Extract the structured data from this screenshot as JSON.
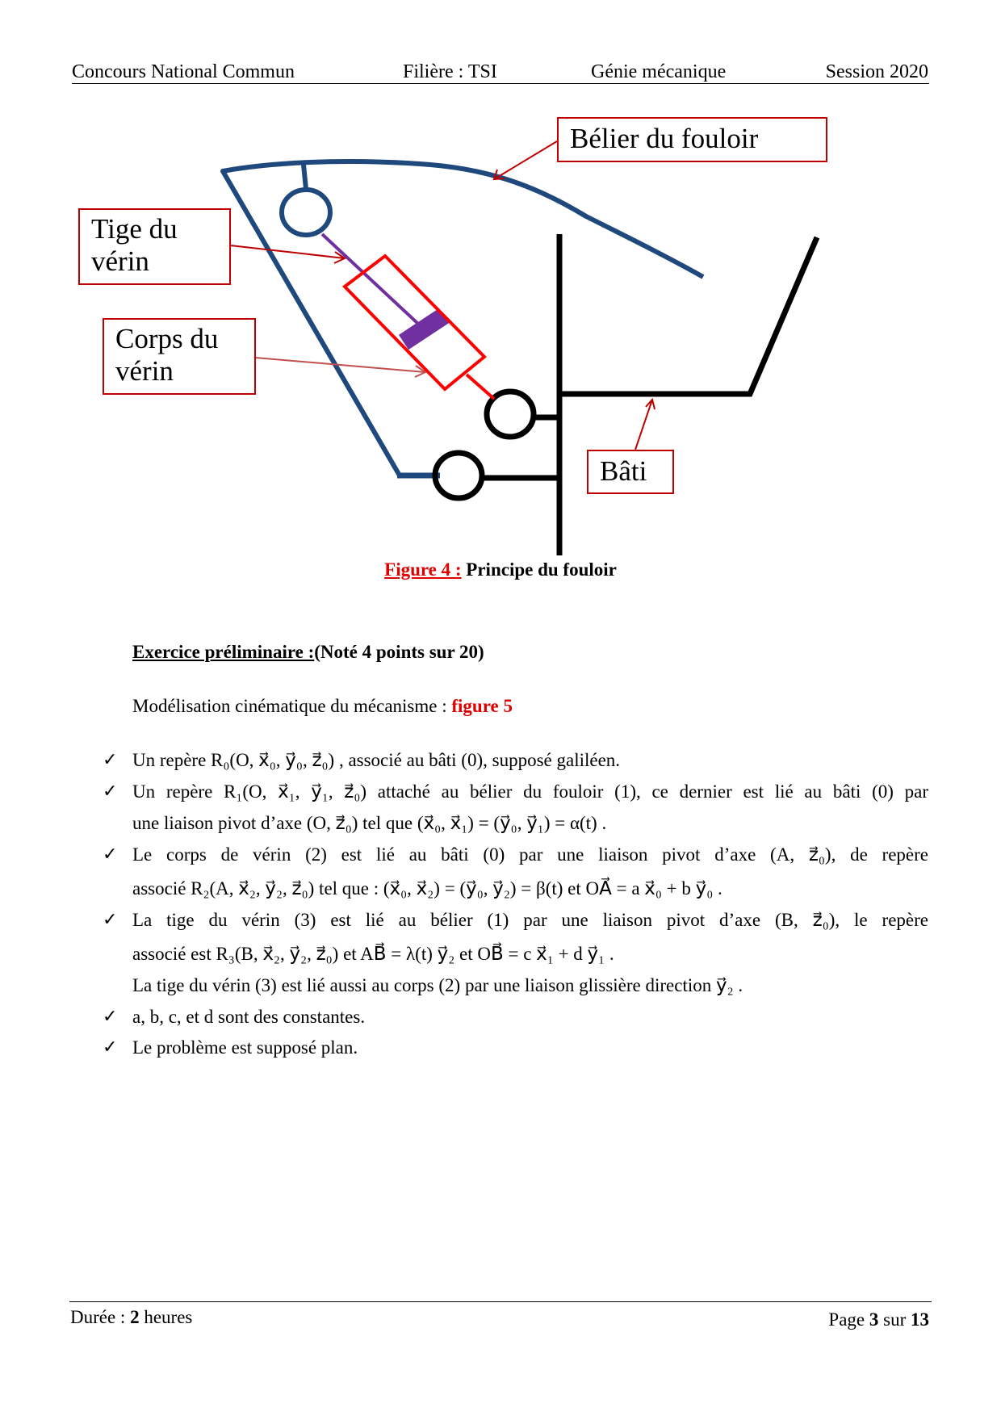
{
  "header": {
    "left": "Concours National Commun",
    "filiere": "Filière : TSI",
    "subject": "Génie mécanique",
    "session": "Session 2020"
  },
  "figure": {
    "labels": {
      "belier": "Bélier du fouloir",
      "tige": [
        "Tige du",
        "vérin"
      ],
      "corps": [
        "Corps du",
        "vérin"
      ],
      "bati": "Bâti"
    },
    "caption_prefix": "Figure 4 :",
    "caption_text": " Principe du fouloir",
    "colors": {
      "ram": "#1f497d",
      "frame": "#000000",
      "cylinder": "#ff0000",
      "rod": "#7030a0",
      "label_border": "#c00000"
    }
  },
  "exercise": {
    "heading": "Exercice préliminaire :",
    "heading_note": "(Noté 4 points sur 20)",
    "intro": "Modélisation cinématique du mécanisme : ",
    "intro_ref": "figure 5",
    "bullet_symbol": "✓",
    "lines": [
      "Un repère R₀(O, x⃗₀, y⃗₀, z⃗₀) , associé au bâti (0), supposé galiléen.",
      "Un repère R₁(O, x⃗₁, y⃗₁, z⃗₀) attaché au bélier du fouloir (1), ce dernier est lié au bâti (0) par",
      "une liaison pivot d’axe (O, z⃗₀) tel que (x⃗₀, x⃗₁) = (y⃗₀, y⃗₁) = α(t) .",
      "Le corps de vérin (2) est lié au bâti (0) par une liaison pivot d’axe (A, z⃗₀), de repère",
      "associé R₂(A, x⃗₂, y⃗₂, z⃗₀) tel que : (x⃗₀, x⃗₂) = (y⃗₀, y⃗₂) = β(t) et OA⃗ = a x⃗₀ + b y⃗₀ .",
      "La tige du vérin (3) est lié au bélier (1) par une liaison pivot d’axe (B, z⃗₀), le repère",
      "associé est R₃(B, x⃗₂, y⃗₂, z⃗₀) et AB⃗ = λ(t) y⃗₂ et OB⃗ = c x⃗₁ + d y⃗₁ .",
      "La tige du vérin (3) est lié aussi au corps (2) par une liaison glissière direction y⃗₂ .",
      "a, b, c, et d sont des constantes.",
      "Le problème est supposé plan."
    ]
  },
  "footer": {
    "duration_label": "Durée : ",
    "duration_value": "2",
    "duration_unit": " heures",
    "page_label": "Page ",
    "page_current": "3",
    "page_sep": " sur ",
    "page_total": "13"
  }
}
